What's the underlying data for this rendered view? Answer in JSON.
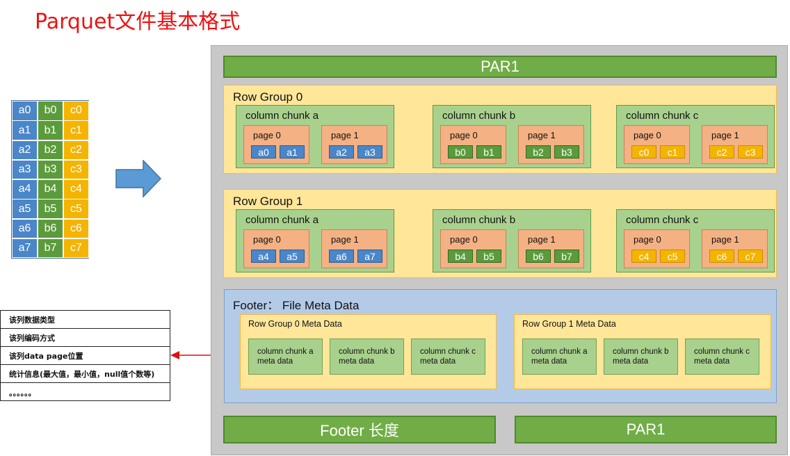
{
  "title": "Parquet文件基本格式",
  "table": {
    "columns": [
      [
        "a0",
        "a1",
        "a2",
        "a3",
        "a4",
        "a5",
        "a6",
        "a7"
      ],
      [
        "b0",
        "b1",
        "b2",
        "b3",
        "b4",
        "b5",
        "b6",
        "b7"
      ],
      [
        "c0",
        "c1",
        "c2",
        "c3",
        "c4",
        "c5",
        "c6",
        "c7"
      ]
    ]
  },
  "metadata_list": [
    "该列数据类型",
    "该列编码方式",
    "该列data page位置",
    "统计信息(最大值，最小值，null值个数等)",
    "。。。。。。"
  ],
  "file": {
    "header_magic": "PAR1",
    "row_groups": [
      {
        "label": "Row Group 0",
        "chunks": [
          {
            "label": "column chunk a",
            "pages": [
              {
                "label": "page 0",
                "values": [
                  "a0",
                  "a1"
                ]
              },
              {
                "label": "page 1",
                "values": [
                  "a2",
                  "a3"
                ]
              }
            ]
          },
          {
            "label": "column chunk b",
            "pages": [
              {
                "label": "page 0",
                "values": [
                  "b0",
                  "b1"
                ]
              },
              {
                "label": "page 1",
                "values": [
                  "b2",
                  "b3"
                ]
              }
            ]
          },
          {
            "label": "column chunk c",
            "pages": [
              {
                "label": "page 0",
                "values": [
                  "c0",
                  "c1"
                ]
              },
              {
                "label": "page 1",
                "values": [
                  "c2",
                  "c3"
                ]
              }
            ]
          }
        ]
      },
      {
        "label": "Row Group 1",
        "chunks": [
          {
            "label": "column chunk a",
            "pages": [
              {
                "label": "page 0",
                "values": [
                  "a4",
                  "a5"
                ]
              },
              {
                "label": "page 1",
                "values": [
                  "a6",
                  "a7"
                ]
              }
            ]
          },
          {
            "label": "column chunk b",
            "pages": [
              {
                "label": "page 0",
                "values": [
                  "b4",
                  "b5"
                ]
              },
              {
                "label": "page 1",
                "values": [
                  "b6",
                  "b7"
                ]
              }
            ]
          },
          {
            "label": "column chunk c",
            "pages": [
              {
                "label": "page 0",
                "values": [
                  "c4",
                  "c5"
                ]
              },
              {
                "label": "page 1",
                "values": [
                  "c6",
                  "c7"
                ]
              }
            ]
          }
        ]
      }
    ],
    "footer": {
      "label": "Footer： File Meta Data",
      "row_group_meta": [
        {
          "label": "Row Group 0 Meta Data",
          "chunks": [
            [
              "column chunk a",
              "meta data"
            ],
            [
              "column chunk b",
              "meta data"
            ],
            [
              "column chunk c",
              "meta data"
            ]
          ]
        },
        {
          "label": "Row Group 1 Meta Data",
          "chunks": [
            [
              "column chunk a",
              "meta data"
            ],
            [
              "column chunk b",
              "meta data"
            ],
            [
              "column chunk c",
              "meta data"
            ]
          ]
        }
      ]
    },
    "footer_length": "Footer 长度",
    "trailer_magic": "PAR1"
  },
  "colors": {
    "column_a": "#4a86c8",
    "column_b": "#5b9b3c",
    "column_c": "#f4b400",
    "par1_bar": "#70ad47",
    "row_group": "#ffe699",
    "column_chunk": "#a9d18e",
    "page": "#f4b183",
    "footer": "#b4cbe8",
    "title": "#ee1111",
    "pointer_arrow": "#dd1111",
    "flow_arrow": "#5b9bd5"
  }
}
